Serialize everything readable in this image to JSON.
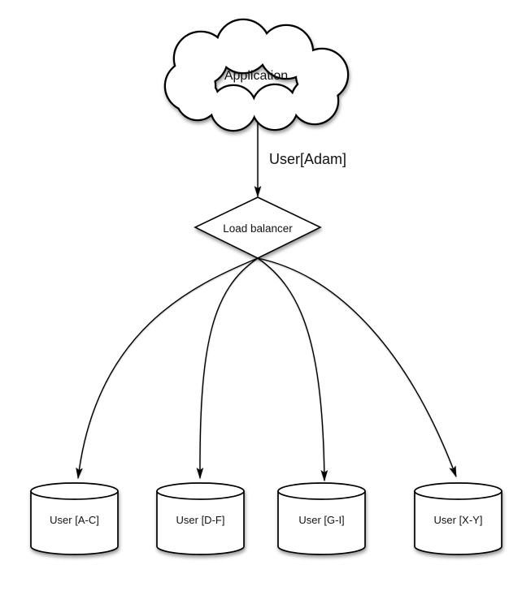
{
  "diagram": {
    "type": "database-sharding-flow",
    "colors": {
      "background": "#ffffff",
      "stroke": "#000000",
      "shape_fill": "#ffffff",
      "text": "#111111"
    },
    "nodes": {
      "application": {
        "label": "Application",
        "shape": "cloud"
      },
      "load_balancer": {
        "label": "Load balancer",
        "shape": "diamond"
      },
      "shard_ac": {
        "label": "User [A-C]",
        "shape": "cylinder"
      },
      "shard_df": {
        "label": "User [D-F]",
        "shape": "cylinder"
      },
      "shard_gi": {
        "label": "User [G-I]",
        "shape": "cylinder"
      },
      "shard_xy": {
        "label": "User [X-Y]",
        "shape": "cylinder"
      }
    },
    "edges": [
      {
        "from": "application",
        "to": "load_balancer",
        "label": "User[Adam]",
        "style": "straight-arrow"
      },
      {
        "from": "load_balancer",
        "to": "shard_ac",
        "label": "",
        "style": "curved-arrow"
      },
      {
        "from": "load_balancer",
        "to": "shard_df",
        "label": "",
        "style": "curved-arrow"
      },
      {
        "from": "load_balancer",
        "to": "shard_gi",
        "label": "",
        "style": "curved-arrow"
      },
      {
        "from": "load_balancer",
        "to": "shard_xy",
        "label": "",
        "style": "curved-arrow"
      }
    ]
  }
}
